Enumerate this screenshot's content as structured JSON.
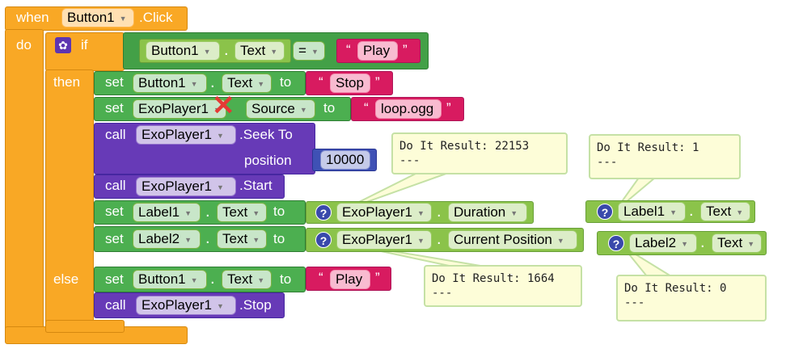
{
  "event": {
    "when": "when",
    "component": "Button1",
    "event_name": ".Click",
    "do": "do"
  },
  "if_block": {
    "if": "if",
    "then": "then",
    "else": "else",
    "condition": {
      "component": "Button1",
      "property": "Text",
      "op": "=",
      "value": "Play"
    }
  },
  "then_statements": {
    "s1": {
      "kw": "set",
      "component": "Button1",
      "property": "Text",
      "to": "to",
      "value": "Stop"
    },
    "s2": {
      "kw": "set",
      "component": "ExoPlayer1",
      "property": "Source",
      "to": "to",
      "value": "loop.ogg"
    },
    "s3": {
      "kw": "call",
      "component": "ExoPlayer1",
      "method": ".Seek To",
      "param": "position",
      "value": "10000"
    },
    "s4": {
      "kw": "call",
      "component": "ExoPlayer1",
      "method": ".Start"
    },
    "s5": {
      "kw": "set",
      "component": "Label1",
      "property": "Text",
      "to": "to",
      "getter_component": "ExoPlayer1",
      "getter_property": "Duration"
    },
    "s6": {
      "kw": "set",
      "component": "Label2",
      "property": "Text",
      "to": "to",
      "getter_component": "ExoPlayer1",
      "getter_property": "Current Position"
    }
  },
  "else_statements": {
    "s1": {
      "kw": "set",
      "component": "Button1",
      "property": "Text",
      "to": "to",
      "value": "Play"
    },
    "s2": {
      "kw": "call",
      "component": "ExoPlayer1",
      "method": ".Stop"
    }
  },
  "floating": {
    "label1": {
      "component": "Label1",
      "property": "Text"
    },
    "label2": {
      "component": "Label2",
      "property": "Text"
    }
  },
  "results": {
    "duration": {
      "line1": "Do It Result: 22153",
      "line2": "---"
    },
    "position": {
      "line1": "Do It Result: 1664",
      "line2": "---"
    },
    "label1": {
      "line1": "Do It Result: 1",
      "line2": "---"
    },
    "label2": {
      "line1": "Do It Result: 0",
      "line2": "---"
    }
  },
  "colors": {
    "control": "#f9a825",
    "setter": "#4caf50",
    "call": "#673ab7",
    "text": "#d81b60",
    "getter": "#8bc34a"
  }
}
